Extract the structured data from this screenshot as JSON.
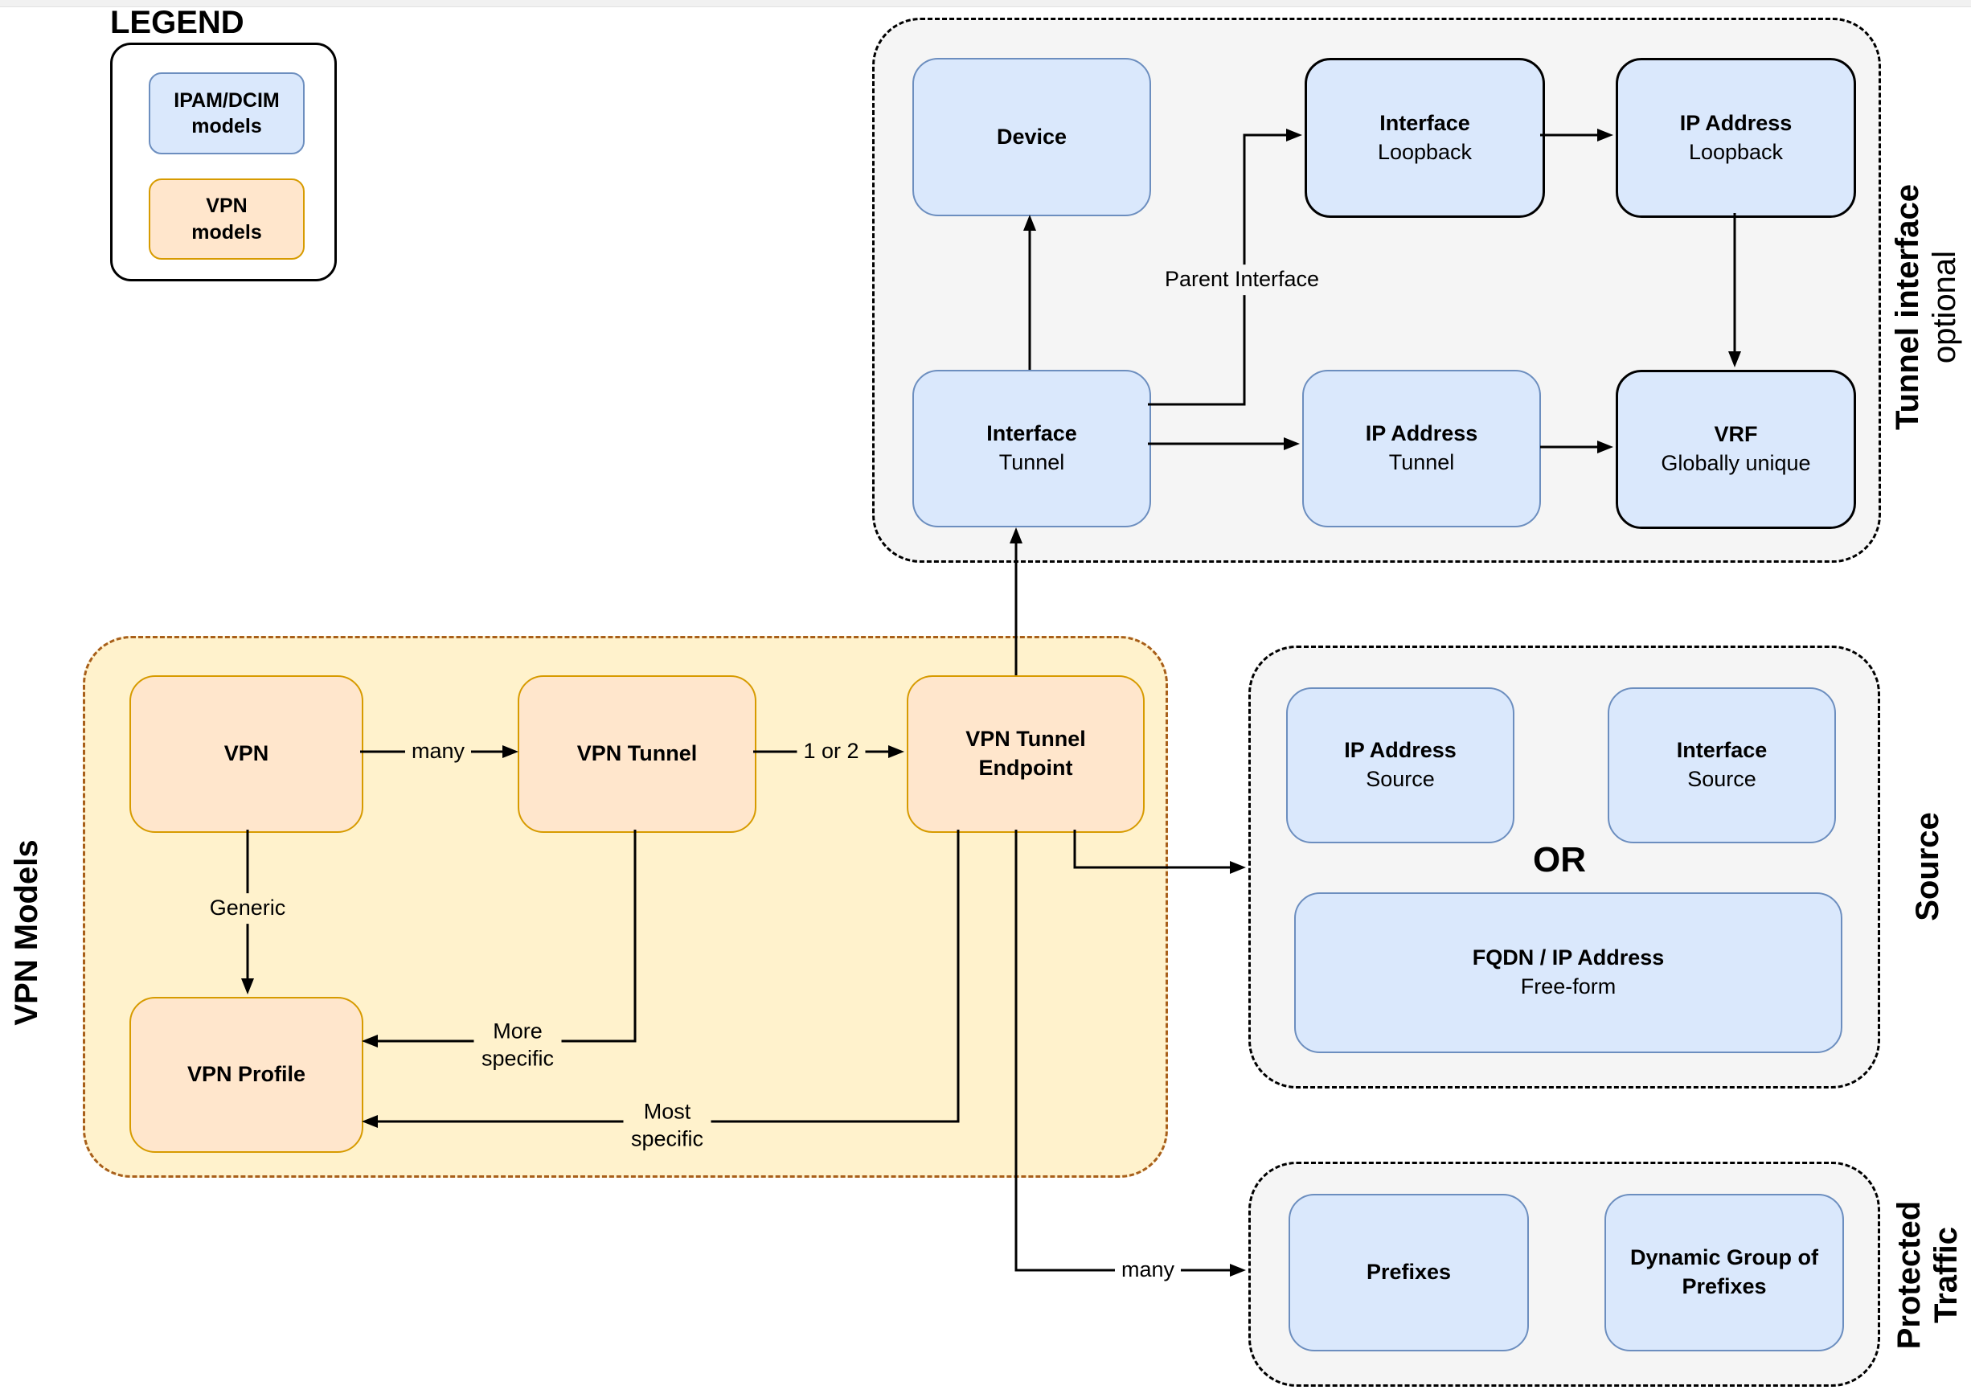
{
  "legend": {
    "title": "LEGEND",
    "items": {
      "ipam": {
        "label": "IPAM/DCIM models"
      },
      "vpn": {
        "label": "VPN models"
      }
    }
  },
  "groups": {
    "tunnel_interface": {
      "label": "Tunnel interface",
      "sublabel": "optional"
    },
    "vpn_models": {
      "label": "VPN Models"
    },
    "source": {
      "label": "Source"
    },
    "protected_traffic": {
      "label_line1": "Protected",
      "label_line2": "Traffic"
    }
  },
  "nodes": {
    "device": {
      "title": "Device"
    },
    "interface_loopback": {
      "title": "Interface",
      "subtitle": "Loopback"
    },
    "ip_address_loopback": {
      "title": "IP Address",
      "subtitle": "Loopback"
    },
    "interface_tunnel": {
      "title": "Interface",
      "subtitle": "Tunnel"
    },
    "ip_address_tunnel": {
      "title": "IP Address",
      "subtitle": "Tunnel"
    },
    "vrf": {
      "title": "VRF",
      "subtitle": "Globally unique"
    },
    "vpn": {
      "title": "VPN"
    },
    "vpn_tunnel": {
      "title": "VPN Tunnel"
    },
    "vpn_tunnel_endpoint": {
      "title": "VPN Tunnel Endpoint"
    },
    "vpn_profile": {
      "title": "VPN Profile"
    },
    "ip_address_source": {
      "title": "IP Address",
      "subtitle": "Source"
    },
    "interface_source": {
      "title": "Interface",
      "subtitle": "Source"
    },
    "or_separator": {
      "title": "OR"
    },
    "fqdn_ip_address": {
      "title": "FQDN / IP Address",
      "subtitle": "Free-form"
    },
    "prefixes": {
      "title": "Prefixes"
    },
    "dynamic_group_of_prefixes": {
      "title": "Dynamic Group of Prefixes"
    }
  },
  "edge_labels": {
    "vpn_to_vpn_tunnel": "many",
    "vpn_tunnel_to_endpoint": "1 or 2",
    "vpn_to_profile": "Generic",
    "parent_interface": "Parent Interface",
    "more_specific": "More specific",
    "most_specific": "Most specific",
    "endpoint_to_protected": "many"
  },
  "colors": {
    "ipam_fill": "#DAE8FC",
    "ipam_border": "#6C8EBF",
    "vpn_fill": "#FFE6CC",
    "vpn_border": "#D79B00",
    "gray_group_fill": "#F5F5F5",
    "vpn_group_fill": "#FFF2CC",
    "vpn_group_border": "#A85F1A",
    "line": "#000000"
  }
}
